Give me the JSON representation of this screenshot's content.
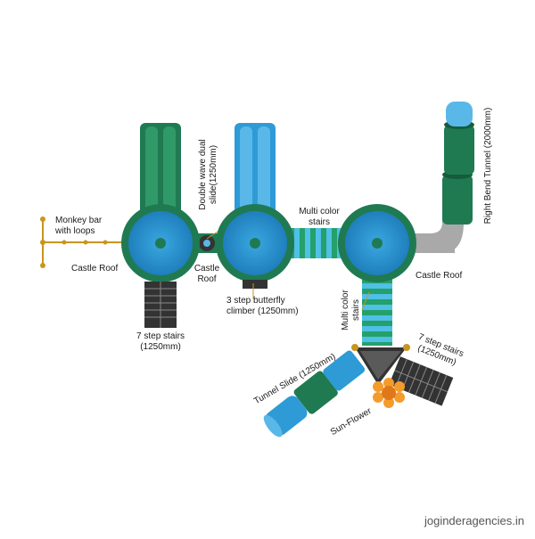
{
  "labels": {
    "monkey_bar_line1": "Monkey bar",
    "monkey_bar_line2": "with loops",
    "castle_roof_left": "Castle Roof",
    "double_wave_line1": "Double wave dual",
    "double_wave_line2": "slide(1250mm)",
    "castle_roof_mid_line1": "Castle",
    "castle_roof_mid_line2": "Roof",
    "butterfly_line1": "3 step butterfly",
    "butterfly_line2": "climber (1250mm)",
    "multi_color_stairs_top_line1": "Multi color",
    "multi_color_stairs_top_line2": "stairs",
    "castle_roof_right": "Castle Roof",
    "right_bend_tunnel": "Right Bend Tunnel (2000mm)",
    "seven_step_left_line1": "7 step stairs",
    "seven_step_left_line2": "(1250mm)",
    "multi_color_vertical_line1": "Multi color",
    "multi_color_vertical_line2": "stairs",
    "seven_step_right_line1": "7 step stairs",
    "seven_step_right_line2": "(1250mm)",
    "tunnel_slide": "Tunnel Slide (1250mm)",
    "sun_flower": "Sun-Flower"
  },
  "watermark": "joginderagencies.in",
  "colors": {
    "green": "#1f7a52",
    "dark_green": "#145c3c",
    "blue": "#2e9bd6",
    "light_blue": "#5ab8e8",
    "stripe_green": "#25a06a",
    "stripe_blue": "#4fc0e6",
    "grey": "#a9a9a9",
    "orange": "#f39c2c",
    "dark": "#333333",
    "leader": "#c8951e"
  }
}
